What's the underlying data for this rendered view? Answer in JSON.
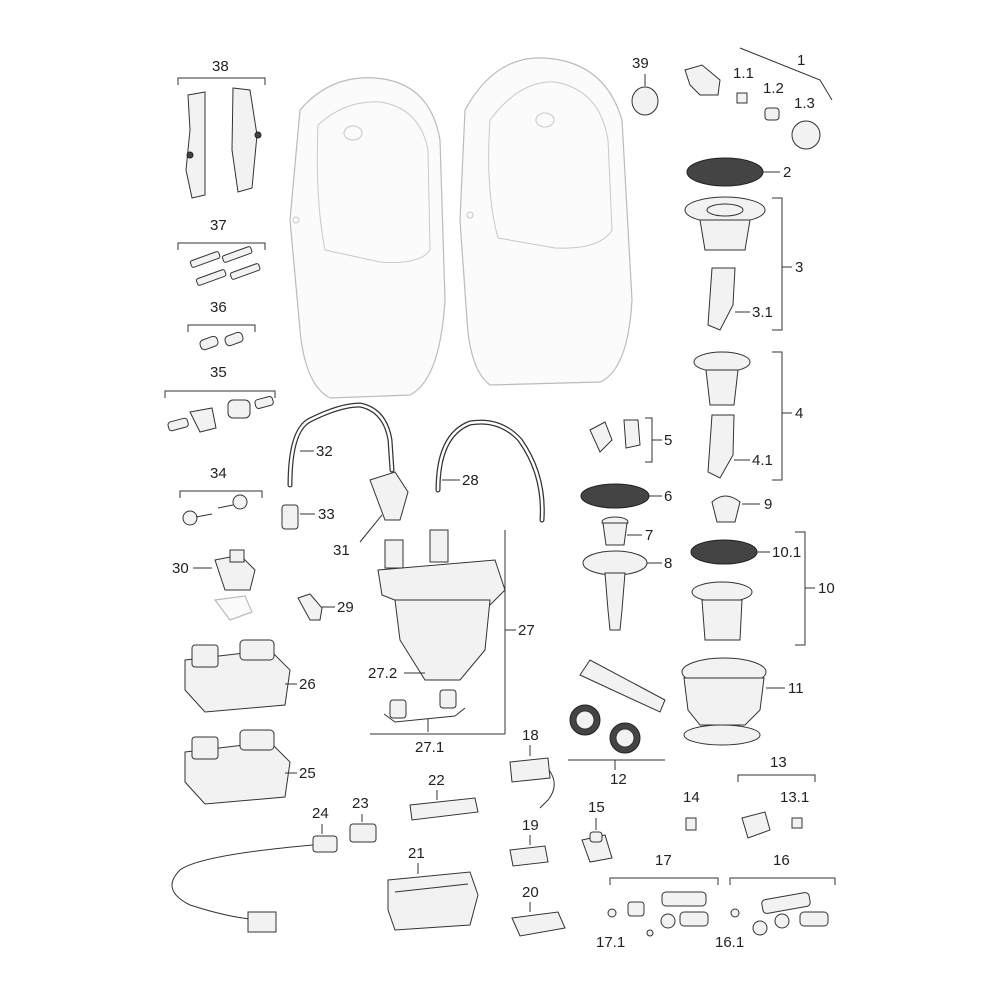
{
  "labels": {
    "l1": "1",
    "l1_1": "1.1",
    "l1_2": "1.2",
    "l1_3": "1.3",
    "l2": "2",
    "l3": "3",
    "l3_1": "3.1",
    "l4": "4",
    "l4_1": "4.1",
    "l5": "5",
    "l6": "6",
    "l7": "7",
    "l8": "8",
    "l9": "9",
    "l10": "10",
    "l10_1": "10.1",
    "l11": "11",
    "l12": "12",
    "l13": "13",
    "l13_1": "13.1",
    "l14": "14",
    "l15": "15",
    "l16": "16",
    "l16_1": "16.1",
    "l17": "17",
    "l17_1": "17.1",
    "l18": "18",
    "l19": "19",
    "l20": "20",
    "l21": "21",
    "l22": "22",
    "l23": "23",
    "l24": "24",
    "l25": "25",
    "l26": "26",
    "l27": "27",
    "l27_1": "27.1",
    "l27_2": "27.2",
    "l28": "28",
    "l29": "29",
    "l30": "30",
    "l31": "31",
    "l32": "32",
    "l33": "33",
    "l34": "34",
    "l35": "35",
    "l36": "36",
    "l37": "37",
    "l38": "38",
    "l39": "39"
  }
}
